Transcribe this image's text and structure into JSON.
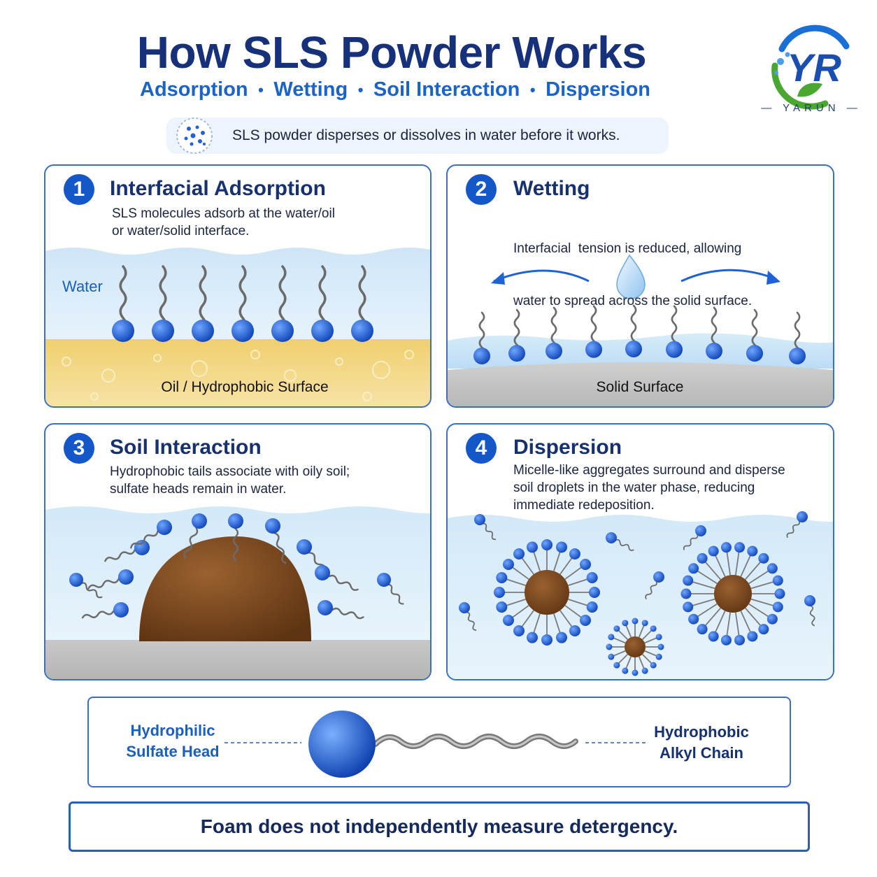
{
  "header": {
    "title": "How SLS Powder Works",
    "subtitle": [
      "Adsorption",
      "Wetting",
      "Soil Interaction",
      "Dispersion"
    ],
    "separator": "•",
    "note": "SLS powder disperses or dissolves in water before it works."
  },
  "brand": {
    "logo_letters": "YR",
    "name": "YARUN"
  },
  "panels": [
    {
      "number": "1",
      "title": "Interfacial Adsorption",
      "desc": [
        "SLS molecules adsorb at the water/oil",
        "or water/solid interface."
      ],
      "labels": {
        "water": "Water",
        "surface": "Oil / Hydrophobic Surface"
      }
    },
    {
      "number": "2",
      "title": "Wetting",
      "desc": [
        "Interfacial  tension is reduced, allowing",
        "water to spread across the solid surface."
      ],
      "labels": {
        "surface": "Solid Surface"
      }
    },
    {
      "number": "3",
      "title": "Soil Interaction",
      "desc": [
        "Hydrophobic tails associate with oily soil;",
        "sulfate heads remain in water."
      ]
    },
    {
      "number": "4",
      "title": "Dispersion",
      "desc": [
        "Micelle-like aggregates surround and disperse",
        "soil droplets in the water phase, reducing",
        "immediate redeposition."
      ]
    }
  ],
  "legend": {
    "head": [
      "Hydrophilic",
      "Sulfate Head"
    ],
    "tail": [
      "Hydrophobic",
      "Alkyl Chain"
    ]
  },
  "footer": "Foam does not independently measure detergency.",
  "colors": {
    "title": "#16307a",
    "accent": "#1a63c9",
    "head": "#1f62d6",
    "border": "#3b6fbf",
    "soil": "#7a4519",
    "oil": "#f1d27a"
  }
}
